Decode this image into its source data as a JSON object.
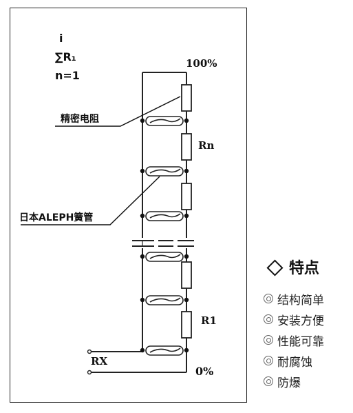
{
  "formula": {
    "line1": "i",
    "line2": "∑R₁",
    "line3": "n=1"
  },
  "diagram": {
    "top_label": "100%",
    "rn_label": "Rn",
    "r1_label": "R1",
    "bottom_left_label": "RX",
    "bottom_right_label": "0%",
    "callout_resistor": "精密电阻",
    "callout_reed": "日本ALEPH簧管"
  },
  "features": {
    "title": "特点",
    "items": [
      "结构简单",
      "安装方便",
      "性能可靠",
      "耐腐蚀",
      "防爆"
    ]
  }
}
